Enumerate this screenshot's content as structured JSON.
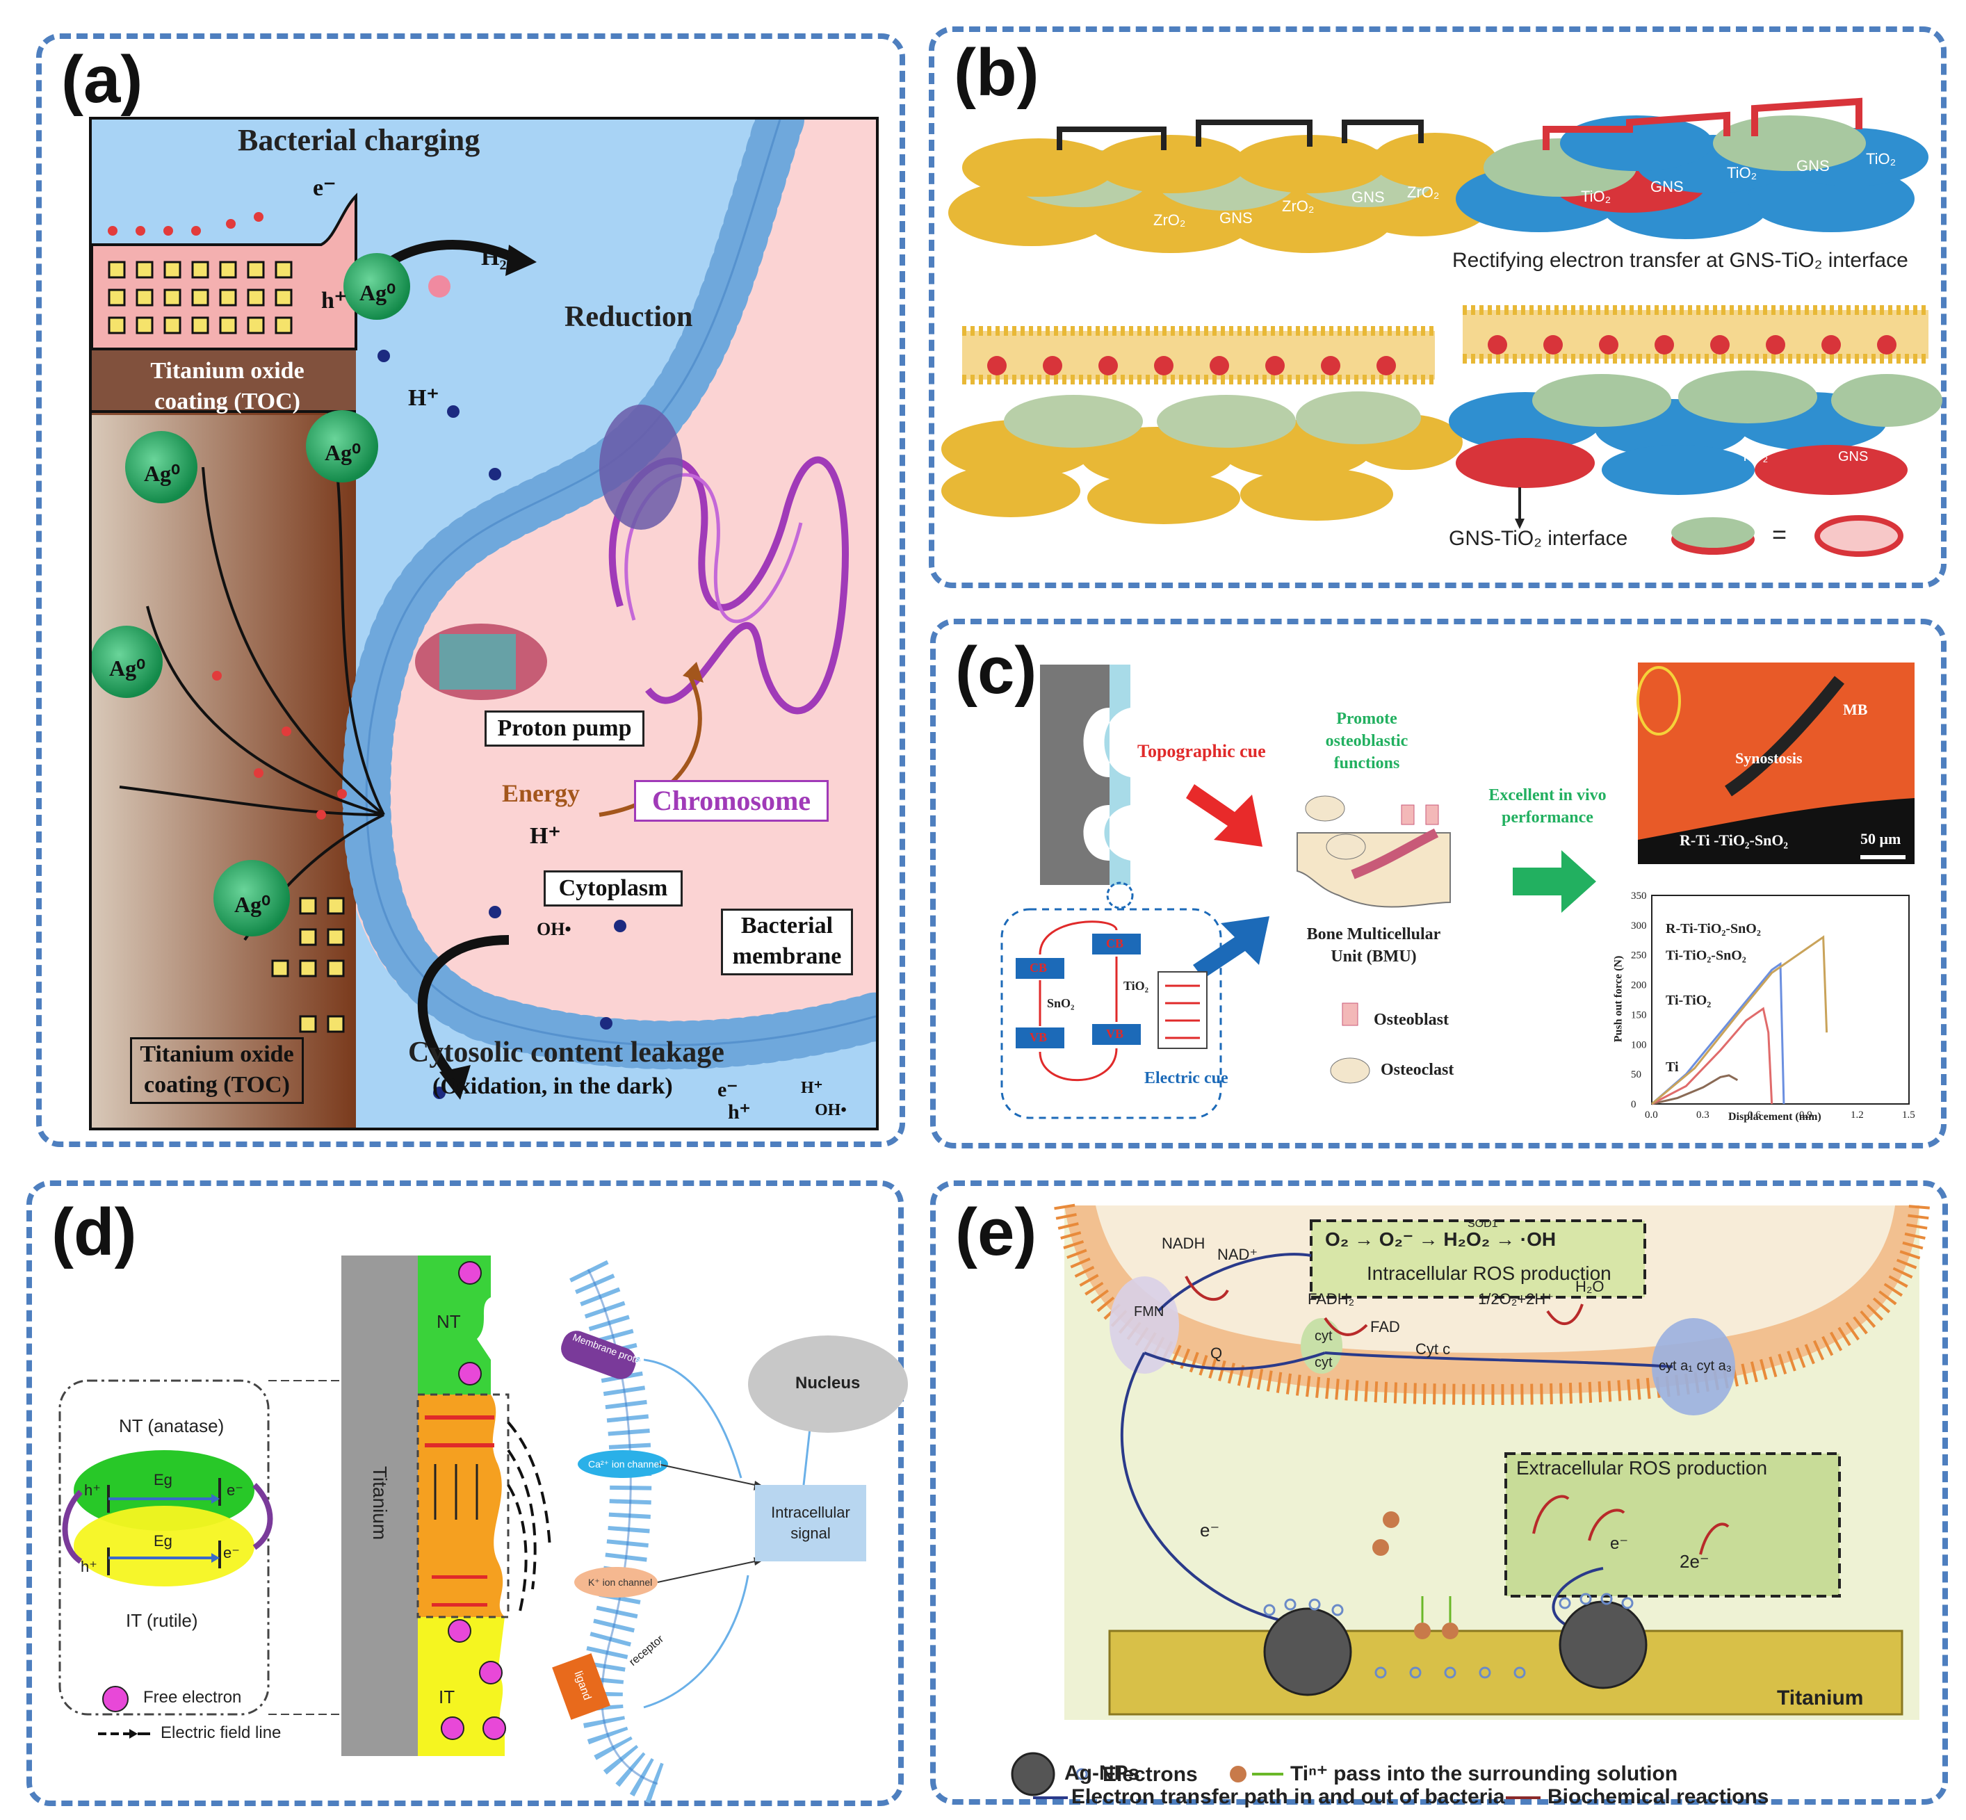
{
  "panels": {
    "a": {
      "label": "(a)",
      "bacterial_charging": "Bacterial charging",
      "e_minus": "e⁻",
      "h_plus": "h⁺",
      "ag0": "Ag⁰",
      "h2": "H₂",
      "reduction": "Reduction",
      "h_plus_ion": "H⁺",
      "toc_top": "Titanium oxide coating (TOC)",
      "toc_bottom": "Titanium oxide coating (TOC)",
      "proton_pump": "Proton pump",
      "energy": "Energy",
      "chromosome": "Chromosome",
      "h_plus_cyto": "H⁺",
      "cytoplasm": "Cytoplasm",
      "oh": "OH•",
      "bacterial_membrane": "Bacterial membrane",
      "leakage": "Cytosolic content leakage",
      "oxidation": "(Oxidation, in the dark)",
      "legend_e": "e⁻",
      "legend_hplus": "H⁺",
      "legend_h": "h⁺",
      "legend_oh": "OH•"
    },
    "b": {
      "label": "(b)",
      "zro2": "ZrO₂",
      "gns": "GNS",
      "tio2": "TiO₂",
      "rectifying": "Rectifying electron transfer at GNS-TiO₂ interface",
      "interface": "GNS-TiO₂ interface",
      "equals": "="
    },
    "c": {
      "label": "(c)",
      "topographic": "Topographic cue",
      "promote": "Promote osteoblastic functions",
      "excellent": "Excellent in vivo performance",
      "electric": "Electric cue",
      "bmu": "Bone Multicellular Unit (BMU)",
      "osteoblast": "Osteoblast",
      "osteoclast": "Osteoclast",
      "sno2": "SnO₂",
      "tio2": "TiO₂",
      "cb": "CB",
      "vb": "VB",
      "micro_mb": "MB",
      "micro_syn": "Synostosis",
      "micro_label": "R-Ti -TiO₂-SnO₂",
      "scalebar": "50 μm"
    },
    "d": {
      "label": "(d)",
      "nt_anatase": "NT (anatase)",
      "it_rutile": "IT (rutile)",
      "eg": "Eg",
      "hplus": "h⁺",
      "eminus": "e⁻",
      "titanium": "Titanium",
      "nt": "NT",
      "it": "IT",
      "membrane_protein": "Membrane protein",
      "ca_channel": "Ca²⁺ ion channel",
      "k_channel": "K⁺ ion channel",
      "receptor": "receptor",
      "ligand": "ligand",
      "nucleus": "Nucleus",
      "intracellular_signal": "Intracellular signal",
      "free_electron": "Free electron",
      "field_line": "Electric field line"
    },
    "e": {
      "label": "(e)",
      "nadh": "NADH",
      "nad": "NAD⁺",
      "fmn": "FMN",
      "q": "Q",
      "fadh2": "FADH₂",
      "fad": "FAD",
      "cyt": "cyt",
      "cytc": "Cyt c",
      "cyta": "cyt a₁ cyt a₃",
      "o2h": "1/2O₂+2H⁺",
      "h2o": "H₂O",
      "intra_chain": "O₂ → O₂⁻ → H₂O₂ → ·OH",
      "sod1": "SOD1",
      "intra_title": "Intracellular ROS production",
      "extra_title": "Extracellular ROS production",
      "e_minus": "e⁻",
      "two_e": "2e⁻",
      "titanium": "Titanium",
      "legend_ag": "Ag-NPs",
      "legend_electrons": "Electrons",
      "legend_ti": "Tiⁿ⁺ pass into the surrounding solution",
      "legend_path": "Electron transfer path in and out of bacteria",
      "legend_bio": "Biochemical reactions"
    }
  },
  "chart_data": {
    "type": "line",
    "title": "",
    "xlabel": "Displacement (mm)",
    "ylabel": "Push out force (N)",
    "xlim": [
      0,
      1.5
    ],
    "ylim": [
      0,
      350
    ],
    "xticks": [
      "0.0",
      "0.3",
      "0.6",
      "0.9",
      "1.2",
      "1.5"
    ],
    "yticks": [
      "0",
      "50",
      "100",
      "150",
      "200",
      "250",
      "300",
      "350"
    ],
    "series": [
      {
        "name": "Ti",
        "color": "#8a6a55",
        "x": [
          0.0,
          0.15,
          0.3,
          0.4,
          0.45,
          0.5
        ],
        "y": [
          0,
          10,
          28,
          45,
          48,
          40
        ]
      },
      {
        "name": "Ti-TiO₂",
        "color": "#e06b6b",
        "x": [
          0.0,
          0.2,
          0.4,
          0.55,
          0.65,
          0.68,
          0.7
        ],
        "y": [
          0,
          30,
          90,
          140,
          160,
          120,
          0
        ]
      },
      {
        "name": "Ti-TiO₂-SnO₂",
        "color": "#6b8fe0",
        "x": [
          0.0,
          0.2,
          0.4,
          0.6,
          0.7,
          0.75,
          0.77
        ],
        "y": [
          0,
          50,
          120,
          190,
          225,
          235,
          0
        ]
      },
      {
        "name": "R-Ti-TiO₂-SnO₂",
        "color": "#c9a35a",
        "x": [
          0.0,
          0.25,
          0.5,
          0.7,
          0.9,
          1.0,
          1.02
        ],
        "y": [
          0,
          60,
          150,
          220,
          260,
          280,
          120
        ]
      }
    ]
  }
}
